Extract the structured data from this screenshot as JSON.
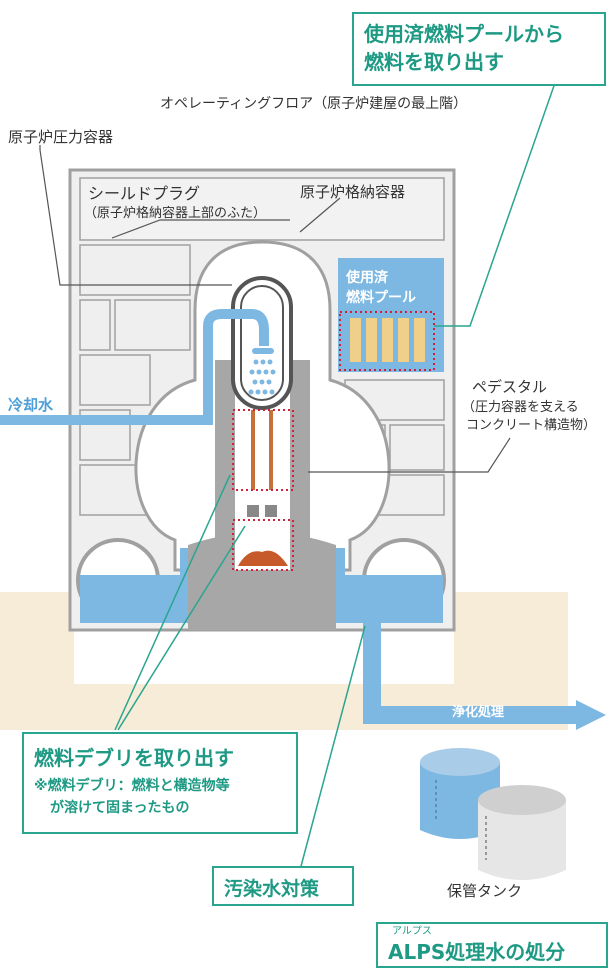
{
  "labels": {
    "operating_floor": "オペレーティングフロア（原子炉建屋の最上階）",
    "pressure_vessel": "原子炉圧力容器",
    "shield_plug": "シールドプラグ",
    "shield_plug_note": "（原子炉格納容器上部のふた）",
    "containment_vessel": "原子炉格納容器",
    "spent_fuel_pool_line1": "使用済",
    "spent_fuel_pool_line2": "燃料プール",
    "pedestal": "ペデスタル",
    "pedestal_note_line1": "（圧力容器を支える",
    "pedestal_note_line2": "コンクリート構造物）",
    "cooling_water": "冷却水",
    "purification": "浄化処理",
    "storage_tank": "保管タンク"
  },
  "callouts": {
    "pool_fuel_line1": "使用済燃料プールから",
    "pool_fuel_line2": "燃料を取り出す",
    "debris_title": "燃料デブリを取り出す",
    "debris_note_line1": "※燃料デブリ：燃料と構造物等",
    "debris_note_line2": "が溶けて固まったもの",
    "water_measures": "汚染水対策",
    "alps_ruby": "アルプス",
    "alps": "ALPS処理水の処分"
  },
  "colors": {
    "accent": "#2aa58f",
    "water": "#7db8e3",
    "concrete": "#ececec",
    "wall": "#a0a0a0",
    "ground": "#f7ecd7",
    "debris": "#c65a2a",
    "fuel_rack": "#f0cf89",
    "red_dotted": "#d0203a"
  }
}
